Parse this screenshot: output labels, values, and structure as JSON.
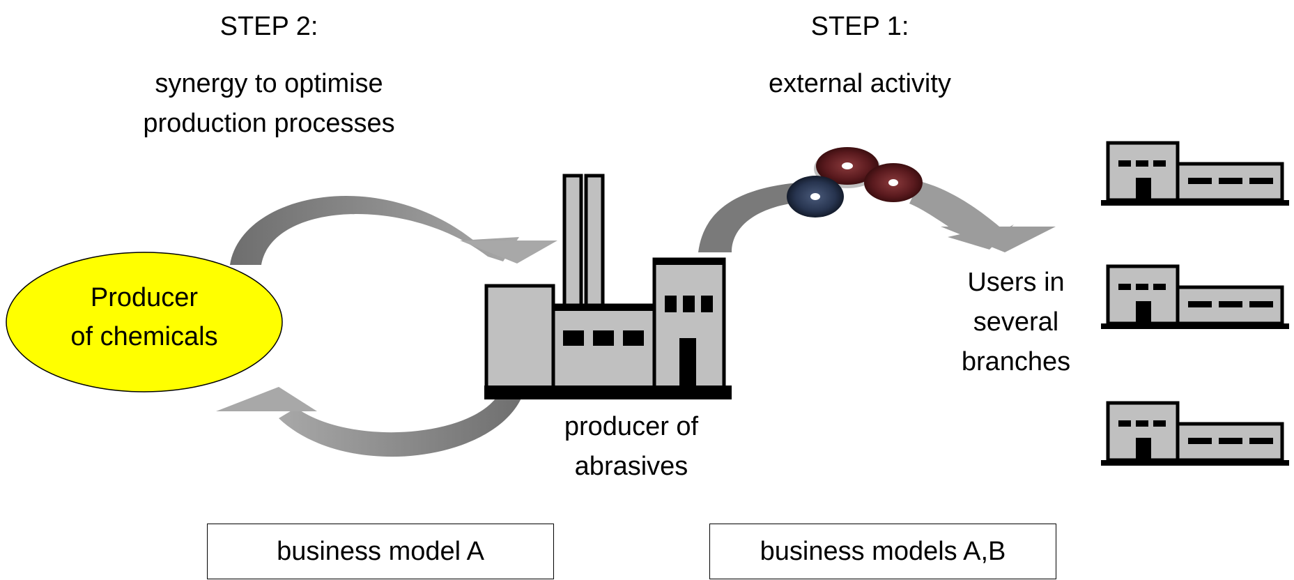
{
  "step2": {
    "label": "STEP 2:",
    "desc_line1": "synergy to optimise",
    "desc_line2": "production processes"
  },
  "step1": {
    "label": "STEP 1:",
    "desc": "external activity"
  },
  "chemicals": {
    "line1": "Producer",
    "line2": "of chemicals",
    "fill": "#ffff00"
  },
  "abrasives": {
    "line1": "producer of",
    "line2": "abrasives"
  },
  "users": {
    "line1": "Users in",
    "line2": "several",
    "line3": "branches"
  },
  "models": {
    "a": "business model A",
    "ab": "business models A,B"
  },
  "colors": {
    "arrow": "#8c8c8c",
    "building": "#c0c0c0",
    "disc_red": "#5a1a1e",
    "disc_blue": "#27344f"
  },
  "icons": [
    "factory-icon",
    "building-icon",
    "abrasive-disc-icon",
    "curved-arrow-icon"
  ]
}
